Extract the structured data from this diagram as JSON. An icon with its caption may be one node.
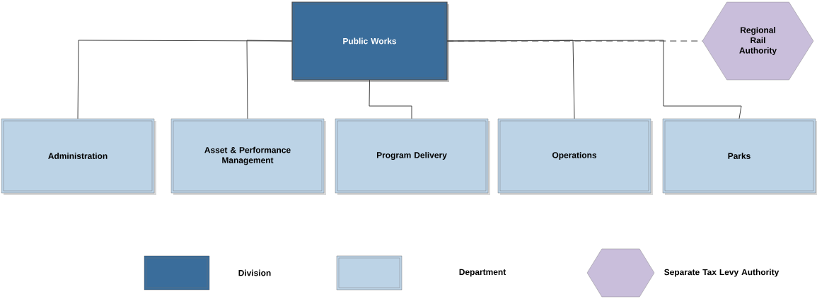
{
  "diagram": {
    "nodes": [
      {
        "text": [
          "Public Works"
        ]
      },
      {
        "text": [
          "Administration"
        ]
      },
      {
        "text": [
          "Asset & Performance Management"
        ]
      },
      {
        "text": [
          "Program Delivery"
        ]
      },
      {
        "text": [
          "Operations"
        ]
      },
      {
        "text": [
          "Parks"
        ]
      },
      {
        "text": [
          "Regional Rail Authority"
        ]
      }
    ],
    "edges": [
      {
        "from": 0,
        "to": 1,
        "arrow": "none"
      },
      {
        "from": 0,
        "to": 2,
        "arrow": "none"
      },
      {
        "from": 0,
        "to": 3,
        "arrow": "none"
      },
      {
        "from": 0,
        "to": 4,
        "arrow": "none"
      },
      {
        "from": 0,
        "to": 5,
        "arrow": "none"
      },
      {
        "from": 0,
        "to": 6,
        "arrow": "none",
        "style": "dashed"
      }
    ],
    "legend": [
      {
        "text": "Division",
        "color": "#3a6d9b"
      },
      {
        "text": "Department",
        "color": "#bcd3e6"
      },
      {
        "text": "Separate Tax Levy Authority",
        "color": "#c9bedb"
      }
    ]
  }
}
